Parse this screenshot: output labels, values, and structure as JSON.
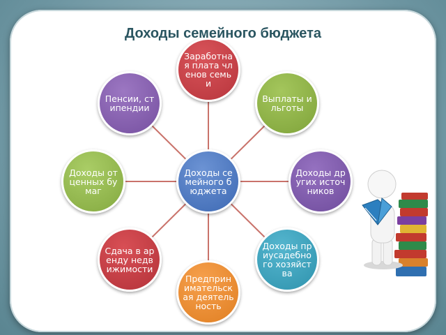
{
  "title": "Доходы семейного бюджета",
  "center": "Доходы семейного бюджета",
  "nodes": {
    "top": "Заработная плата членов семьи",
    "top_left": "Пенсии, стипендии",
    "top_right": "Выплаты и льготы",
    "left": "Доходы от ценных бумаг",
    "right": "Доходы других источников",
    "bottom_left": "Сдача в аренду недвижимости",
    "bottom_right": "Доходы приусадебного хозяйства",
    "bottom": "Предпринимательская деятельность"
  },
  "colors": {
    "title": "#2a5560",
    "center": "#3d69b3",
    "top": "#b7353c",
    "top_left": "#7650a0",
    "top_right": "#7fa33a",
    "left": "#84a940",
    "right": "#6f4c9c",
    "bottom_left": "#b4333a",
    "bottom_right": "#2f93ad",
    "bottom": "#e07f22",
    "connector": "#c9726a"
  },
  "decoration": "reading-person-with-books-icon"
}
